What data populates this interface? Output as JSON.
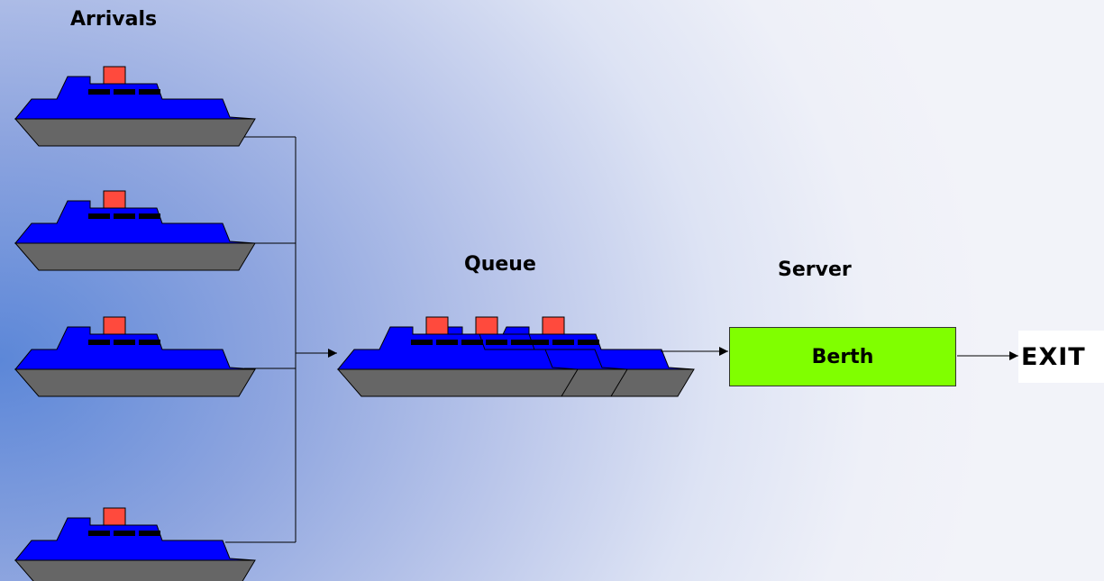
{
  "labels": {
    "arrivals": "Arrivals",
    "queue": "Queue",
    "server": "Server",
    "berth": "Berth",
    "exit": "EXIT"
  },
  "colors": {
    "hull": "#666666",
    "deck": "#0000ff",
    "funnel": "#ff4a3d",
    "windows": "#000000",
    "berth": "#80ff00",
    "line": "#000000"
  },
  "diagram": {
    "arrival_ship_count": 4,
    "queue_ship_count": 3,
    "flow": [
      "Arrivals",
      "Queue",
      "Berth",
      "EXIT"
    ]
  }
}
